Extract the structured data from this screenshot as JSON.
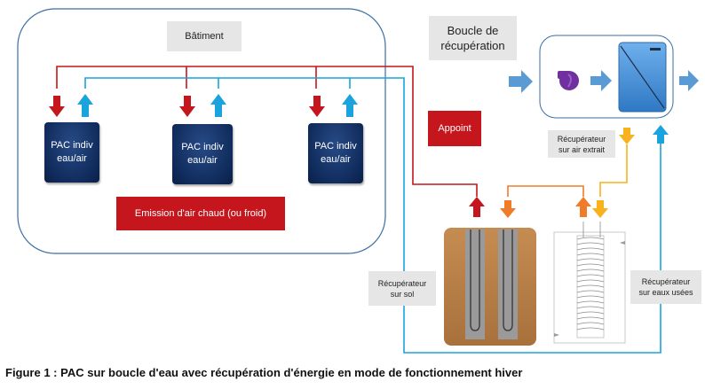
{
  "building": {
    "title": "Bâtiment"
  },
  "pac_units": [
    {
      "label": "PAC indiv\neau/air"
    },
    {
      "label": "PAC indiv\neau/air"
    },
    {
      "label": "PAC indiv\neau/air"
    }
  ],
  "emission": {
    "label": "Emission d'air chaud (ou froid)"
  },
  "appoint": {
    "label": "Appoint"
  },
  "loop": {
    "title": "Boucle de\nrécupération"
  },
  "recup_air": {
    "label": "Récupérateur\nsur air extrait"
  },
  "recup_sol": {
    "label": "Récupérateur\nsur sol"
  },
  "recup_eaux": {
    "label": "Récupérateur\nsur eaux usées"
  },
  "caption": {
    "text": "Figure 1 : PAC sur boucle d'eau avec récupération d'énergie en mode de fonctionnement hiver"
  },
  "colors": {
    "hot": "#c4161c",
    "cold": "#1aa3dc",
    "warm": "#f07c2a",
    "amber": "#f9b21d",
    "pac": "#102b5c",
    "ground": "#b8804a",
    "exchanger": "#5b9bd5",
    "fan": "#7030a0"
  }
}
